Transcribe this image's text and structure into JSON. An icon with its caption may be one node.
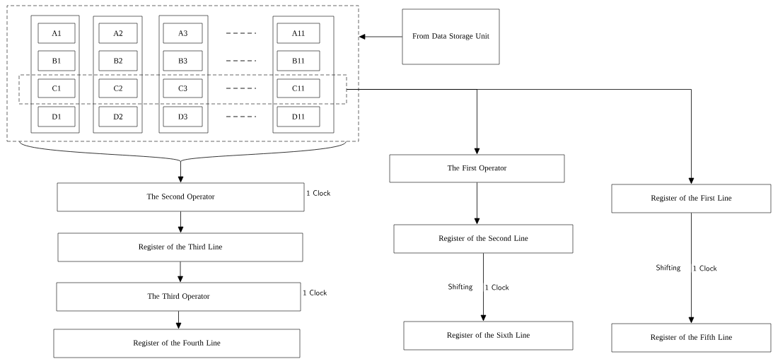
{
  "diagram": {
    "nodes": [
      {
        "text": [],
        "shape": "box"
      },
      {
        "text": [],
        "shape": "box",
        "in": 0
      },
      {
        "text": [],
        "shape": "box",
        "in": 0
      },
      {
        "text": [],
        "shape": "box",
        "in": 0
      },
      {
        "text": [],
        "shape": "box",
        "in": 0
      },
      {
        "text": [
          "A1"
        ],
        "in": 1
      },
      {
        "text": [
          "B1"
        ],
        "in": 1
      },
      {
        "text": [
          "C1"
        ]
      },
      {
        "text": [
          "D1"
        ],
        "in": 1
      },
      {
        "text": [
          "A2"
        ],
        "in": 2
      },
      {
        "text": [
          "B2"
        ],
        "in": 2
      },
      {
        "text": [
          "C2"
        ]
      },
      {
        "text": [
          "D2"
        ],
        "in": 2
      },
      {
        "text": [
          "A3"
        ],
        "in": 3
      },
      {
        "text": [
          "B3"
        ],
        "in": 3
      },
      {
        "text": [
          "C3"
        ]
      },
      {
        "text": [
          "D3"
        ],
        "in": 3
      },
      {
        "text": [
          "A11"
        ],
        "in": 4
      },
      {
        "text": [
          "B11"
        ],
        "in": 4
      },
      {
        "text": [
          "C11"
        ]
      },
      {
        "text": [
          "D11"
        ],
        "in": 4
      },
      {
        "text": [],
        "shape": "box",
        "in": 0
      },
      {
        "text": [
          "From Data Storage Unit"
        ]
      },
      {
        "text": [
          "The First Operator"
        ]
      },
      {
        "text": [
          "The Second Operator"
        ],
        "beside": [
          "1 Clock"
        ]
      },
      {
        "text": [
          "Register of the Third Line"
        ]
      },
      {
        "text": [
          "The Third Operator"
        ],
        "beside": [
          "1 Clock"
        ]
      },
      {
        "text": [
          "Register of the Fourth Line"
        ]
      },
      {
        "text": [
          "Register of the Second Line"
        ]
      },
      {
        "text": [
          "Register of the Sixth Line"
        ]
      },
      {
        "text": [
          "Register of the First Line"
        ]
      },
      {
        "text": [
          "Register of the Fifth Line"
        ]
      }
    ],
    "edges": [
      {
        "from": 22,
        "to": 0,
        "arrow": "to"
      },
      {
        "from": 0,
        "to": 24,
        "arrow": "to"
      },
      {
        "from": 21,
        "to": 23,
        "arrow": "to"
      },
      {
        "from": 21,
        "to": 30,
        "arrow": "to"
      },
      {
        "from": 23,
        "to": 28,
        "arrow": "to"
      },
      {
        "from": 28,
        "to": 29,
        "arrow": "to",
        "label": "1 Clock"
      },
      {
        "from": 30,
        "to": 31,
        "arrow": "to",
        "label": "1 Clock"
      },
      {
        "from": 24,
        "to": 25,
        "arrow": "to"
      },
      {
        "from": 25,
        "to": 26,
        "arrow": "to"
      },
      {
        "from": 26,
        "to": 27,
        "arrow": "to"
      }
    ],
    "labels": [
      "Shifting",
      "Shifting"
    ]
  }
}
